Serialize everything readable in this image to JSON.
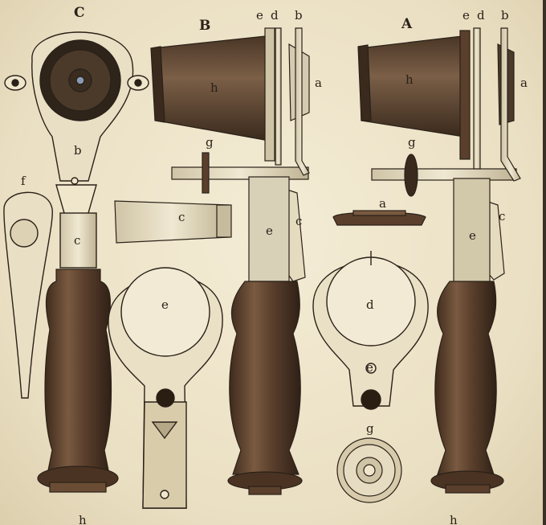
{
  "labels": {
    "C_top": "C",
    "B_top": "B",
    "A_top": "A",
    "e_top_mid": "e",
    "d_top_mid": "d",
    "b_top_mid": "b",
    "e_top_right": "e",
    "d_top_right": "d",
    "b_top_right": "b",
    "b_C_body": "b",
    "c_C_stem": "c",
    "f_left": "f",
    "h_B_tube": "h",
    "a_B": "a",
    "g_B": "g",
    "c_clip": "c",
    "e_B_stem": "e",
    "c_B_spring": "c",
    "e_plate": "e",
    "h_A_tube": "h",
    "a_A": "a",
    "g_A": "g",
    "a_piece": "a",
    "c_A_spring": "c",
    "e_A_stem": "e",
    "d_ring": "d",
    "e_ring_small": "e",
    "g_rosette": "g",
    "h_bottom_left": "h",
    "h_bottom_right": "h"
  },
  "colors": {
    "paper": "#efe6cc",
    "ink": "#2a2118",
    "wood": "#5a3f2c",
    "wood_light": "#7a5a40",
    "metal": "#d9d0b8"
  }
}
